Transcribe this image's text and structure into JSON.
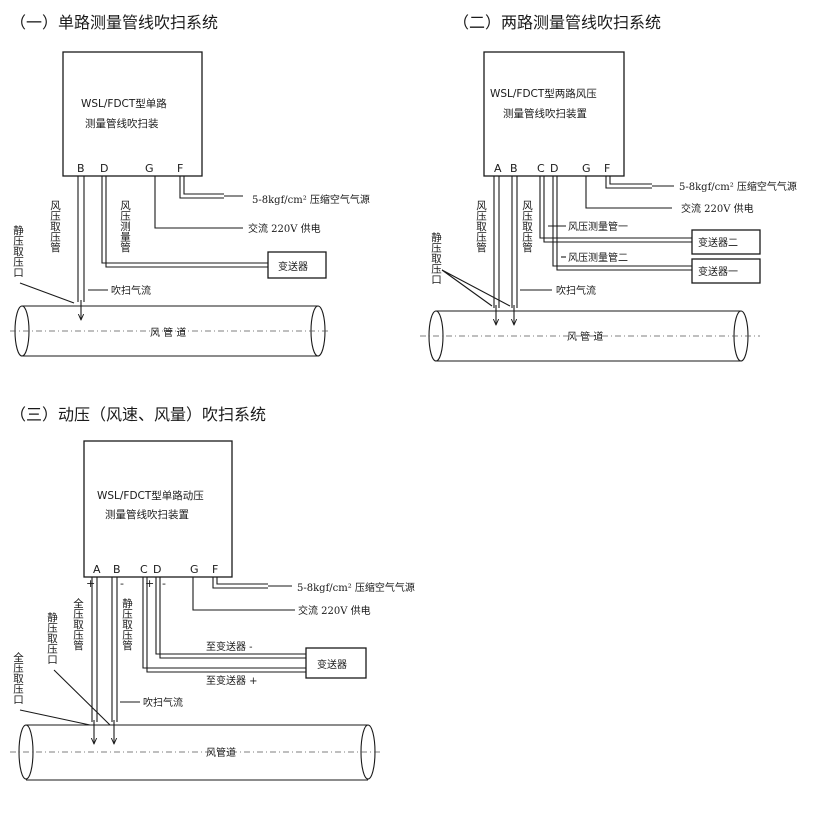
{
  "section1": {
    "title": "（一）单路测量管线吹扫系统",
    "box_line1": "WSL/FDCT型单路",
    "box_line2": "测量管线吹扫装",
    "ports": [
      "B",
      "D",
      "G",
      "F"
    ],
    "label_air_source": "5-8kgf/cm² 压缩空气气源",
    "label_power": "交流 220V 供电",
    "label_transmitter": "变送器",
    "label_pressure_pipe": "风压取压管",
    "label_measure_pipe": "风压测量管",
    "label_static": "静压取压口",
    "label_purge": "吹扫气流",
    "label_duct": "风 管 道"
  },
  "section2": {
    "title": "（二）两路测量管线吹扫系统",
    "box_line1": "WSL/FDCT型两路风压",
    "box_line2": "测量管线吹扫装置",
    "ports": [
      "A",
      "B",
      "C",
      "D",
      "G",
      "F"
    ],
    "label_air_source": "5-8kgf/cm² 压缩空气气源",
    "label_power": "交流 220V 供电",
    "label_pipe_a": "风压取压管",
    "label_pipe_b": "风压取压管",
    "label_measure1": "风压测量管一",
    "label_measure2": "风压测量管二",
    "label_transmitter2": "变送器二",
    "label_transmitter1": "变送器一",
    "label_static": "静压取压口",
    "label_purge": "吹扫气流",
    "label_duct": "风 管 道"
  },
  "section3": {
    "title": "（三）动压（风速、风量）吹扫系统",
    "box_line1": "WSL/FDCT型单路动压",
    "box_line2": "测量管线吹扫装置",
    "ports": [
      "A",
      "B",
      "C",
      "D",
      "G",
      "F"
    ],
    "signs": [
      "+",
      "-",
      "+",
      "-"
    ],
    "label_air_source": "5-8kgf/cm² 压缩空气气源",
    "label_power": "交流 220V 供电",
    "label_total_pipe": "全压取压管",
    "label_static_pipe": "静压取压管",
    "label_to_trans_minus": "至变送器 -",
    "label_to_trans_plus": "至变送器 +",
    "label_transmitter": "变送器",
    "label_static_port": "静压取压口",
    "label_total_port": "全压取压口",
    "label_purge": "吹扫气流",
    "label_duct": "风管道"
  }
}
